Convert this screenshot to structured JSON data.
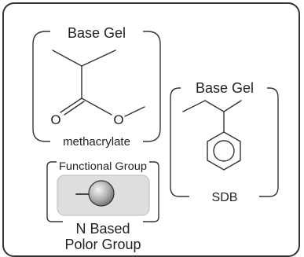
{
  "methacrylate": {
    "header": "Base Gel",
    "footer": "methacrylate",
    "atom_o_carbonyl": "O",
    "atom_o_ester": "O"
  },
  "sdb": {
    "header": "Base Gel",
    "footer": "SDB"
  },
  "functional": {
    "header": "Functional Group",
    "footer_line1": "N Based",
    "footer_line2": "Polor Group"
  },
  "colors": {
    "outline": "#333333",
    "tile_fill": "#dedede",
    "tile_stroke": "#c4c4c4",
    "sphere_light": "#f4f4f4",
    "sphere_dark": "#7a7a7a"
  }
}
